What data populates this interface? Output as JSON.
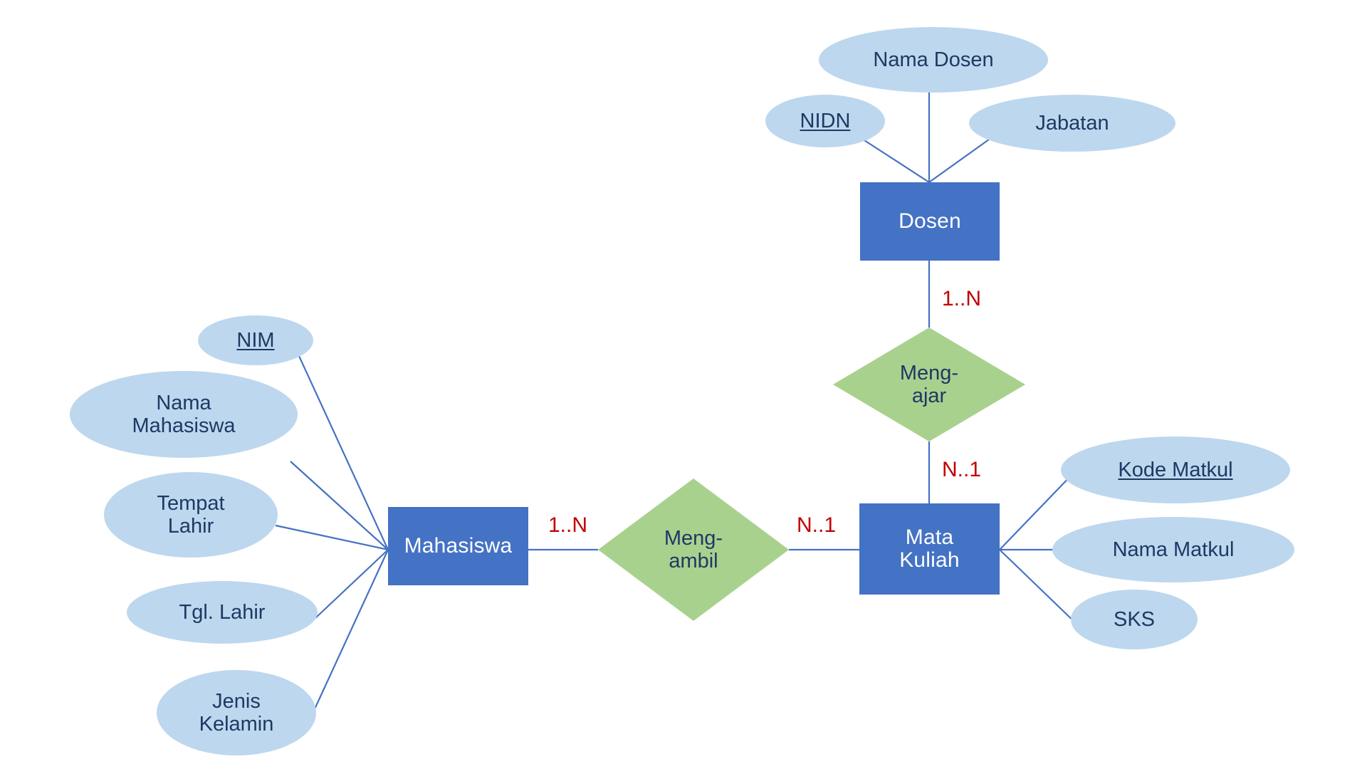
{
  "diagram": {
    "type": "entity-relationship-diagram",
    "title": "",
    "colors": {
      "entity_fill": "#4472C4",
      "entity_text": "#FFFFFF",
      "attribute_fill": "#BDD7EE",
      "attribute_text": "#1F3864",
      "relationship_fill": "#A9D18E",
      "relationship_text": "#1F3864",
      "cardinality_text": "#C00000",
      "connector_line": "#4472C4",
      "background": "#FFFFFF"
    }
  },
  "entities": [
    {
      "id": "dosen",
      "label": "Dosen"
    },
    {
      "id": "mahasiswa",
      "label": "Mahasiswa"
    },
    {
      "id": "mata_kuliah",
      "label": "Mata\nKuliah",
      "line1": "Mata",
      "line2": "Kuliah"
    }
  ],
  "relationships": [
    {
      "id": "mengajar",
      "line1": "Meng-",
      "line2": "ajar"
    },
    {
      "id": "mengambil",
      "line1": "Meng-",
      "line2": "ambil"
    }
  ],
  "attributes": {
    "dosen": [
      {
        "id": "nama_dosen",
        "label": "Nama Dosen",
        "primary_key": false
      },
      {
        "id": "nidn",
        "label": "NIDN",
        "primary_key": true
      },
      {
        "id": "jabatan",
        "label": "Jabatan",
        "primary_key": false
      }
    ],
    "mahasiswa": [
      {
        "id": "nim",
        "label": "NIM",
        "primary_key": true
      },
      {
        "id": "nama_mahasiswa",
        "label": "Nama Mahasiswa",
        "line1": "Nama",
        "line2": "Mahasiswa",
        "primary_key": false
      },
      {
        "id": "tempat_lahir",
        "label": "Tempat Lahir",
        "line1": "Tempat",
        "line2": "Lahir",
        "primary_key": false
      },
      {
        "id": "tgl_lahir",
        "label": "Tgl. Lahir",
        "primary_key": false
      },
      {
        "id": "jenis_kelamin",
        "label": "Jenis Kelamin",
        "line1": "Jenis",
        "line2": "Kelamin",
        "primary_key": false
      }
    ],
    "mata_kuliah": [
      {
        "id": "kode_matkul",
        "label": "Kode Matkul",
        "primary_key": true
      },
      {
        "id": "nama_matkul",
        "label": "Nama Matkul",
        "primary_key": false
      },
      {
        "id": "sks",
        "label": "SKS",
        "primary_key": false
      }
    ]
  },
  "cardinalities": [
    {
      "id": "dosen_mengajar",
      "label": "1..N",
      "from": "dosen",
      "to": "mengajar"
    },
    {
      "id": "mengajar_matakuliah",
      "label": "N..1",
      "from": "mengajar",
      "to": "mata_kuliah"
    },
    {
      "id": "mahasiswa_mengambil",
      "label": "1..N",
      "from": "mahasiswa",
      "to": "mengambil"
    },
    {
      "id": "mengambil_matakuliah",
      "label": "N..1",
      "from": "mengambil",
      "to": "mata_kuliah"
    }
  ]
}
